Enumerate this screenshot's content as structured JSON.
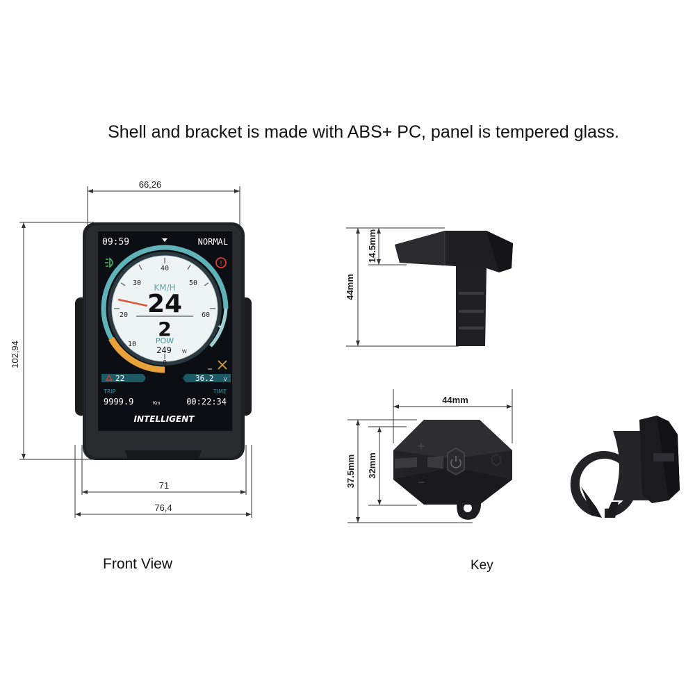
{
  "heading": "Shell and bracket is made with ABS+ PC, panel is tempered glass.",
  "front_view": {
    "caption": "Front View",
    "dims": {
      "width_top": "66,26",
      "height": "102,94",
      "width_mid": "71",
      "width_bottom": "76,4"
    },
    "screen": {
      "clock": "09:59",
      "mode": "NORMAL",
      "speed_unit": "KM/H",
      "speed": "24",
      "assist_level": "2",
      "power_label": "POW",
      "power_value": "249",
      "power_unit": "W",
      "temp_value": "22",
      "voltage_value": "36.2",
      "voltage_unit": "V",
      "trip_label": "TRIP",
      "trip_value": "9999.9",
      "trip_unit": "Km",
      "time_label": "TIME",
      "time_value": "00:22:34",
      "brand": "INTELLIGENT",
      "dial_ticks": [
        "0",
        "10",
        "20",
        "30",
        "40",
        "50",
        "60"
      ],
      "plus_sign": "+",
      "minus_sign": "−"
    }
  },
  "key": {
    "caption": "Key",
    "dims": {
      "height_top": "14.5mm",
      "height_total": "44mm",
      "width": "44mm",
      "height_outer": "37.5mm",
      "height_inner": "32mm"
    },
    "plus_sign": "+",
    "minus_sign": "−"
  },
  "colors": {
    "screen_bg": "#0b0f14",
    "dial_face": "#eef3f4",
    "accent_orange": "#e9a23b",
    "accent_teal": "#5fb2b8",
    "needle": "#d9583a"
  }
}
